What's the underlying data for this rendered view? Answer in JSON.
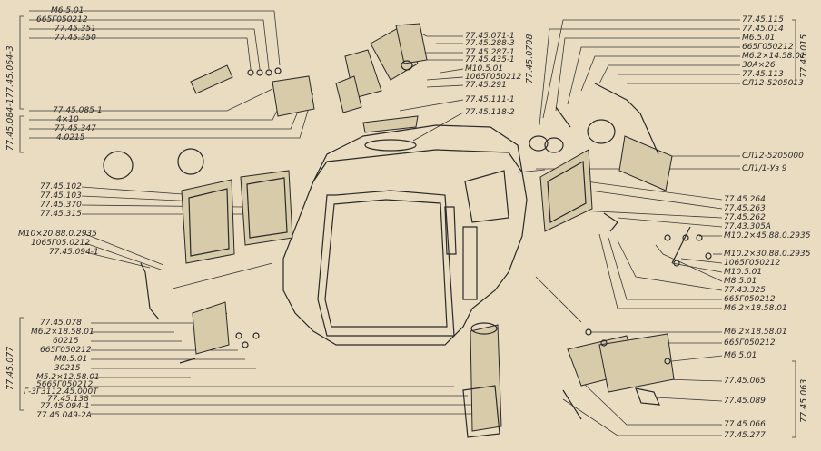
{
  "labels_top_left": [
    "M6.5.01",
    "665Г050212",
    "77.45.351",
    "77.45.350"
  ],
  "labels_left_mid": [
    "77.45.085-1",
    "4×10",
    "77.45.347",
    "4.0215"
  ],
  "labels_left_windows": [
    "77.45.102",
    "77.45.103",
    "77.45.370",
    "77.45.315"
  ],
  "labels_left_bracket": [
    "M10×20.88.0.2935",
    "1065Г05.0212",
    "77.45.094-1"
  ],
  "labels_left_bottom": [
    "77.45.078",
    "M6.2×18.58.01",
    "60215",
    "665Г050212",
    "M8.5.01",
    "30215",
    "M5.2×12.58.01",
    "5665Г050212",
    "Г-3Г3112.45.000Т",
    "77.45.138",
    "77.45.094-1",
    "77.45.049-2А"
  ],
  "labels_top_center": [
    "77.45.071-1",
    "77.45.288-3",
    "77.45.287-1",
    "77.45.435-1",
    "M10.5.01",
    "1065Г050212",
    "77.45.291"
  ],
  "labels_center": [
    "77.45.111-1",
    "77.45.118-2"
  ],
  "labels_right_top": [
    "77.45.115",
    "77.45.014",
    "M6.5.01",
    "665Г050212",
    "M6.2×14.58.01",
    "30А×26",
    "77.45.113",
    "СЛ12-5205013"
  ],
  "labels_right_mid": [
    "СЛ12-5205000",
    "СЛ1/1-Уз 9"
  ],
  "labels_right_lower": [
    "77.45.264",
    "77.45.263",
    "77.45.262",
    "77.43.305А",
    "M10.2×45.88.0.2935",
    "M10.2×30.88.0.2935",
    "1065Г050212",
    "M10.5.01",
    "M8.5.01",
    "77.43.325",
    "665Г050212",
    "M6.2×18.58.01"
  ],
  "labels_right_bottom": [
    "M6.2×18.58.01",
    "665Г050212",
    "M6.5.01",
    "77.45.065",
    "77.45.089",
    "77.45.066",
    "77.45.277"
  ],
  "vertical_labels": [
    "77.45.064-3",
    "77.45.084-1",
    "77.45.077",
    "77.45.0708",
    "77.45.015",
    "77.45.063"
  ]
}
